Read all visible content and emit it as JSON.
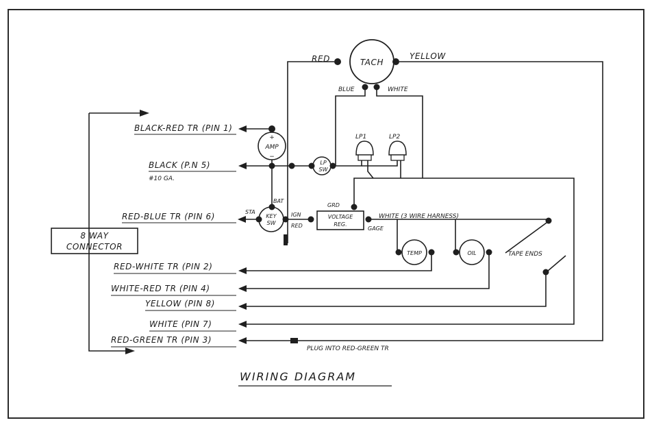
{
  "title": "WIRING DIAGRAM",
  "connector": {
    "line1": "8 WAY",
    "line2": "CONNECTOR"
  },
  "components": {
    "tach": "TACH",
    "amp": "AMP",
    "amp_plus": "+",
    "amp_minus": "−",
    "lp_sw_1": "LP",
    "lp_sw_2": "SW",
    "key_sw_1": "KEY",
    "key_sw_2": "SW",
    "voltage_reg_1": "VOLTAGE",
    "voltage_reg_2": "REG.",
    "temp": "TEMP",
    "oil": "OIL",
    "lp1": "LP1",
    "lp2": "LP2"
  },
  "wire_labels": {
    "red_top": "RED",
    "yellow_top": "YELLOW",
    "blue": "BLUE",
    "white_top": "WHITE",
    "sta": "STA",
    "bat": "BAT",
    "ign": "IGN",
    "red_ign": "RED",
    "grd": "GRD",
    "gage": "GAGE",
    "white_harness": "WHITE (3 WIRE HARNESS)",
    "tape_ends": "TAPE ENDS",
    "gauge_10": "#10 GA.",
    "plug_note": "PLUG INTO RED-GREEN TR"
  },
  "pins": [
    {
      "id": "pin1",
      "label": "BLACK-RED TR (PIN 1)"
    },
    {
      "id": "pin5",
      "label": "BLACK (P.N 5)"
    },
    {
      "id": "pin6",
      "label": "RED-BLUE TR (PIN 6)"
    },
    {
      "id": "pin2",
      "label": "RED-WHITE TR (PIN 2)"
    },
    {
      "id": "pin4",
      "label": "WHITE-RED TR (PIN 4)"
    },
    {
      "id": "pin8",
      "label": "YELLOW (PIN 8)"
    },
    {
      "id": "pin7",
      "label": "WHITE (PIN 7)"
    },
    {
      "id": "pin3",
      "label": "RED-GREEN TR (PIN 3)"
    }
  ]
}
